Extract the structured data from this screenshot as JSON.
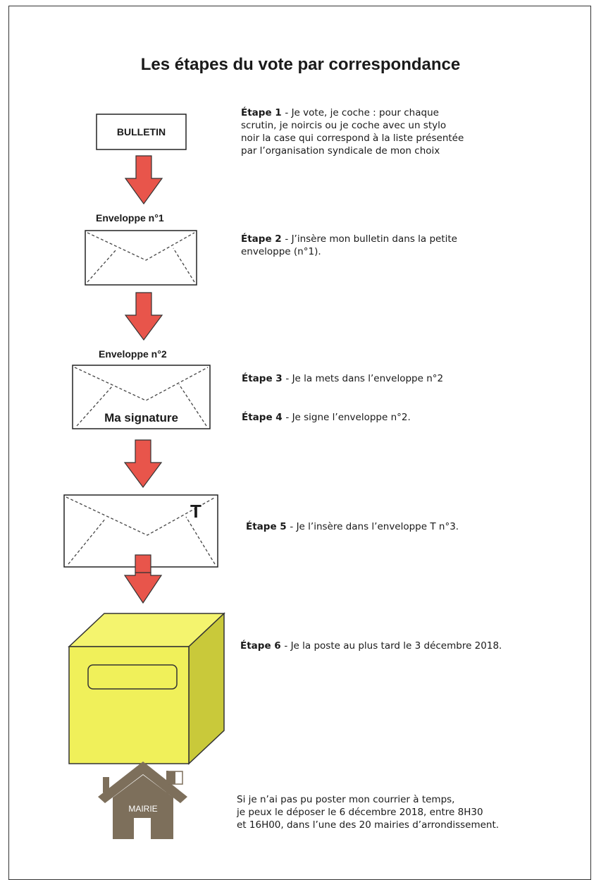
{
  "title": "Les étapes du vote par correspondance",
  "items": {
    "bulletin": "BULLETIN",
    "envelope1_label": "Enveloppe n°1",
    "envelope2_label": "Enveloppe n°2",
    "signature": "Ma signature",
    "envelope3_mark": "T",
    "mairie": "MAIRIE"
  },
  "steps": [
    "Étape 1 - Je vote, je coche : pour chaque\nscrutin, je noircis ou je coche avec un stylo\nnoir la case qui correspond à la liste présentée\npar l’organisation syndicale de mon choix",
    "Étape 2 - J’insère mon bulletin dans la petite\nenveloppe (n°1).",
    "Étape 3 - Je la mets dans l’enveloppe n°2",
    "Étape 4  - Je signe l’enveloppe n°2.",
    "Étape 5 - Je l’insère dans l’enveloppe T n°3.",
    "Étape 6 - Je la poste au plus tard le 3 décembre 2018.",
    "Si je n’ai pas pu poster mon courrier à temps,\nje peux le déposer le 6 décembre 2018, entre 8H30\net 16H00, dans l’une des 20 mairies d’arrondissement."
  ],
  "colors": {
    "arrow": "#e8554b",
    "mailbox": "#f0f05a",
    "house": "#7d6f5b"
  }
}
